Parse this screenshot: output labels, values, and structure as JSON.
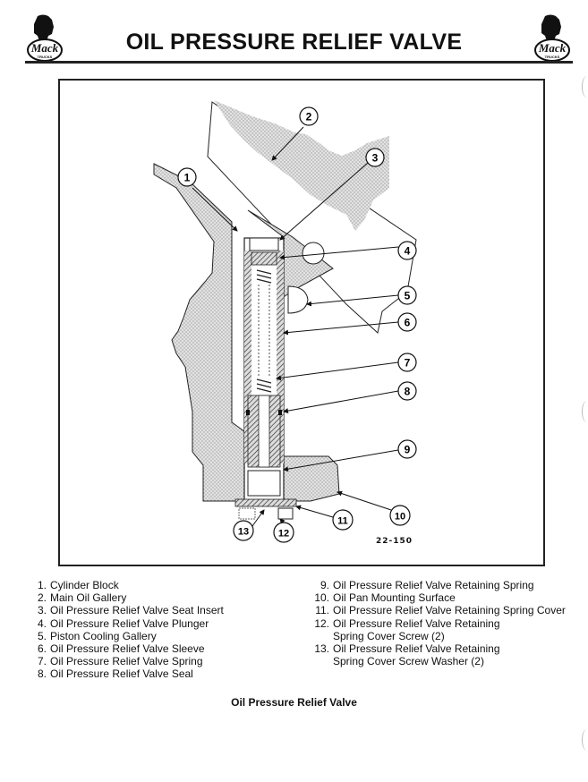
{
  "header": {
    "title": "OIL PRESSURE RELIEF VALVE",
    "logo_icon": "mack-trucks-bulldog-logo",
    "logo_text": "Mack",
    "logo_subtext": "TRUCKS"
  },
  "figure": {
    "figure_number": "22-150",
    "callouts": [
      "1",
      "2",
      "3",
      "4",
      "5",
      "6",
      "7",
      "8",
      "9",
      "10",
      "11",
      "12",
      "13"
    ]
  },
  "legend": {
    "left": [
      {
        "num": "1.",
        "text": "Cylinder Block"
      },
      {
        "num": "2.",
        "text": "Main Oil Gallery"
      },
      {
        "num": "3.",
        "text": "Oil Pressure Relief Valve Seat Insert"
      },
      {
        "num": "4.",
        "text": "Oil Pressure Relief Valve Plunger"
      },
      {
        "num": "5.",
        "text": "Piston Cooling Gallery"
      },
      {
        "num": "6.",
        "text": "Oil Pressure Relief Valve Sleeve"
      },
      {
        "num": "7.",
        "text": "Oil Pressure Relief Valve Spring"
      },
      {
        "num": "8.",
        "text": "Oil Pressure Relief Valve Seal"
      }
    ],
    "right": [
      {
        "num": "9.",
        "text": "Oil Pressure Relief Valve Retaining Spring"
      },
      {
        "num": "10.",
        "text": "Oil Pan Mounting Surface"
      },
      {
        "num": "11.",
        "text": "Oil Pressure Relief Valve Retaining Spring Cover"
      },
      {
        "num": "12.",
        "text": "Oil Pressure Relief Valve Retaining\nSpring Cover Screw (2)"
      },
      {
        "num": "13.",
        "text": "Oil Pressure Relief Valve Retaining\nSpring Cover Screw Washer (2)"
      }
    ]
  },
  "caption": "Oil Pressure Relief Valve"
}
